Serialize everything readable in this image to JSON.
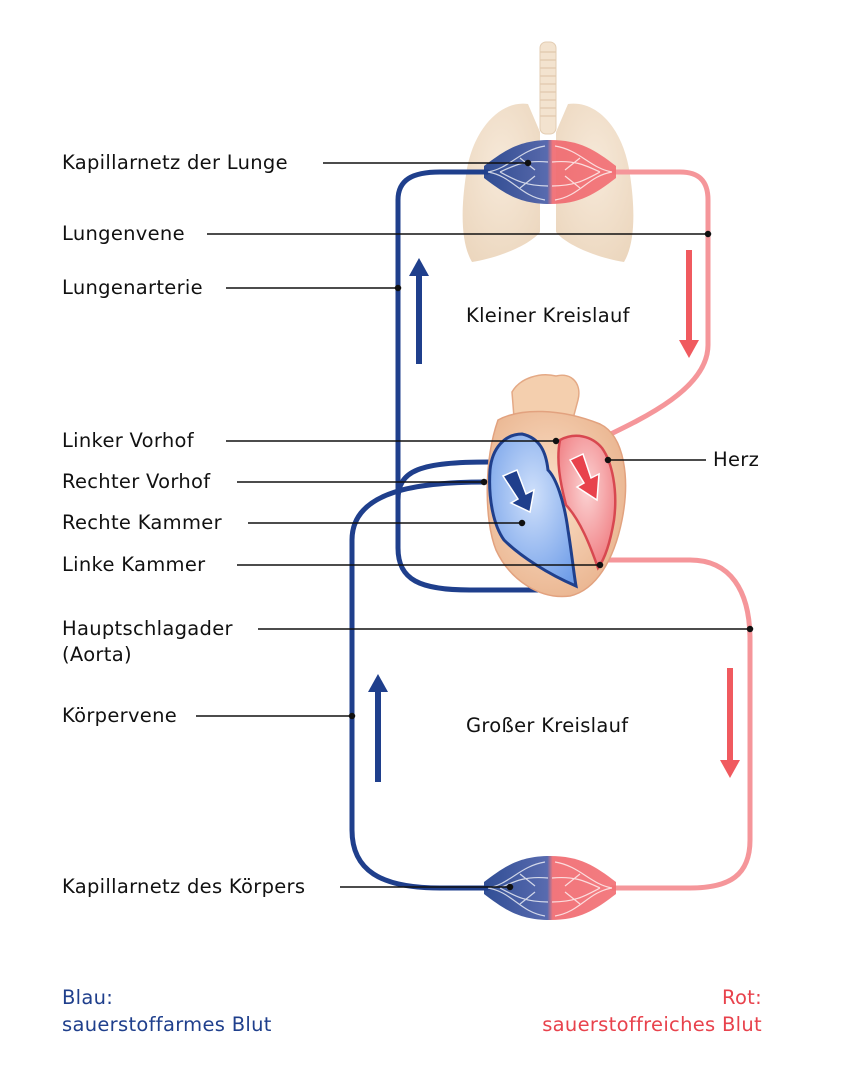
{
  "labels": {
    "kapillarnetz_lunge": "Kapillarnetz der Lunge",
    "lungenvene": "Lungenvene",
    "lungenarterie": "Lungenarterie",
    "linker_vorhof": "Linker Vorhof",
    "rechter_vorhof": "Rechter Vorhof",
    "rechte_kammer": "Rechte Kammer",
    "linke_kammer": "Linke Kammer",
    "hauptschlagader_1": "Hauptschlagader",
    "hauptschlagader_2": "(Aorta)",
    "koerpervene": "Körpervene",
    "kapillarnetz_koerper": "Kapillarnetz des Körpers",
    "herz": "Herz",
    "kleiner_kreislauf": "Kleiner Kreislauf",
    "grosser_kreislauf": "Großer Kreislauf"
  },
  "legend": {
    "blue_title": "Blau:",
    "blue_text": "sauerstoffarmes Blut",
    "red_title": "Rot:",
    "red_text": "sauerstoffreiches Blut"
  },
  "colors": {
    "deoxygenated": "#1f3f8c",
    "oxygenated": "#f05a5f",
    "heart": "#f3c9a6",
    "lung": "#f1dcc4"
  }
}
